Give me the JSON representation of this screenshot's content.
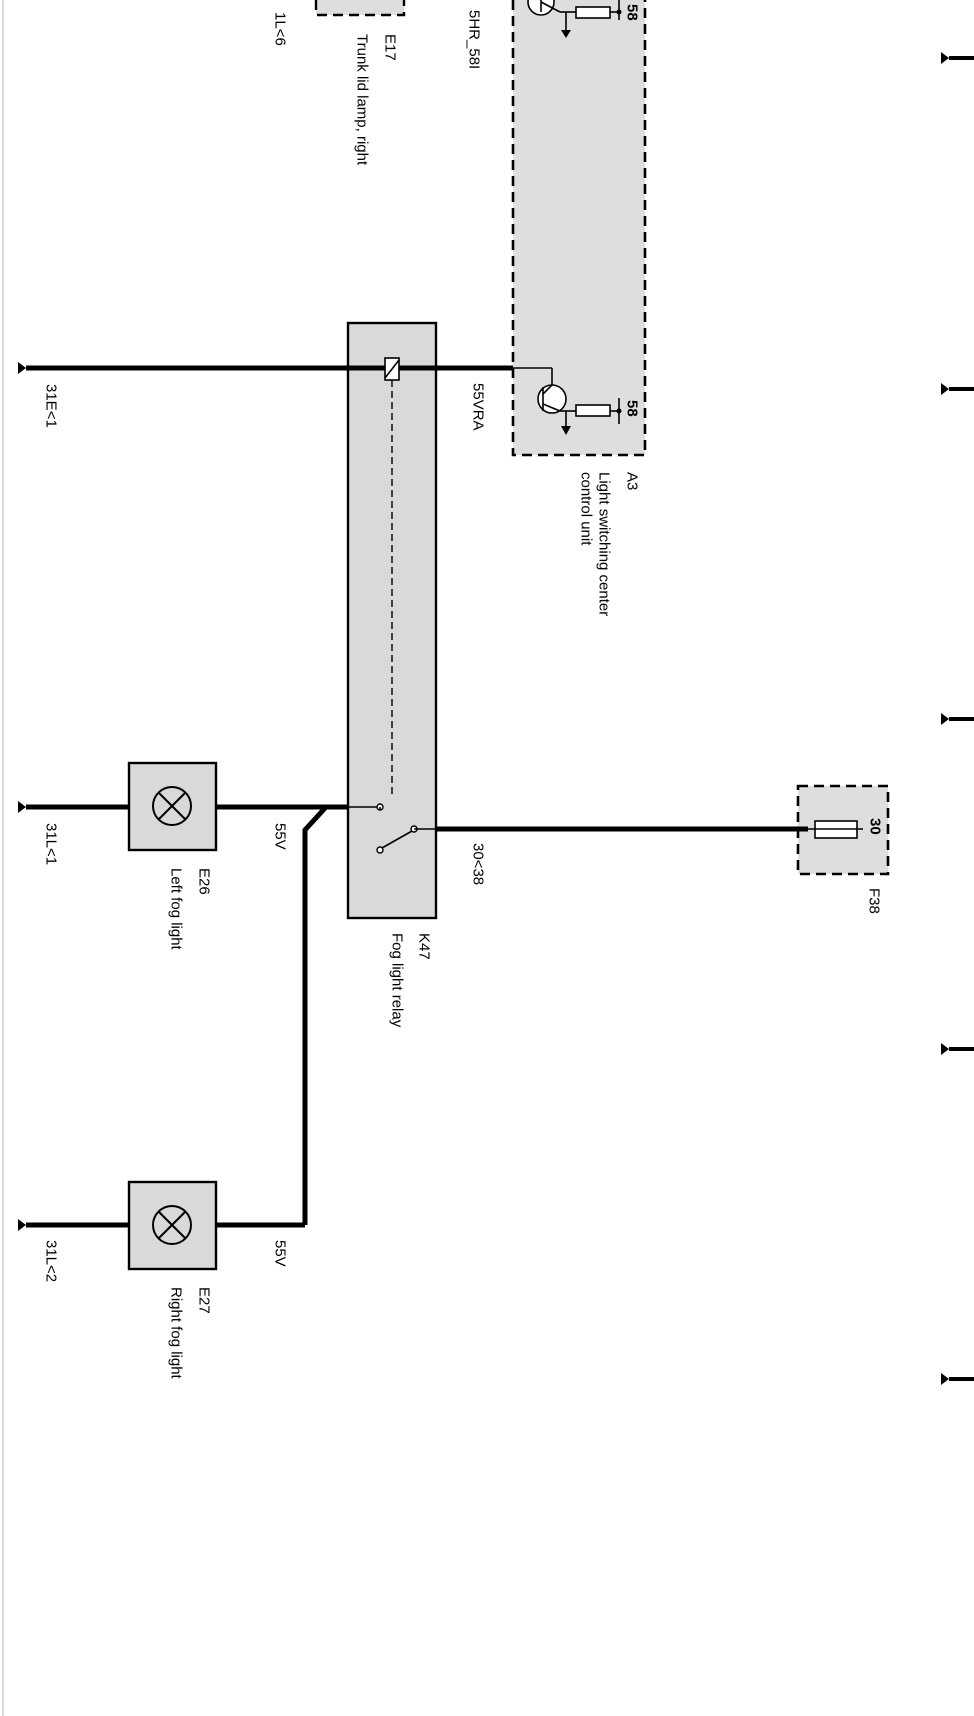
{
  "components": {
    "trunk_lamp": {
      "id": "E17",
      "name": "Trunk lid lamp, right"
    },
    "light_unit": {
      "id": "A3",
      "name_line1": "Light switching center",
      "name_line2": "control unit",
      "pin_top": "58",
      "pin_bottom": "58"
    },
    "relay": {
      "id": "K47",
      "name": "Fog light relay"
    },
    "fuse": {
      "id": "F38",
      "pin": "30"
    },
    "left_fog": {
      "id": "E26",
      "name": "Left fog light"
    },
    "right_fog": {
      "id": "E27",
      "name": "Right fog light"
    }
  },
  "wires": {
    "top_left": "1L<6",
    "top_cut": "5HR_58I",
    "ground_e": "31E<1",
    "unit_out": "55VRA",
    "fuse_line": "30<38",
    "left_feed": "55V",
    "right_feed": "55V",
    "ground_left": "31L<1",
    "ground_right": "31L<2"
  },
  "colors": {
    "component_fill": "#d9d9d9",
    "wire": "#000000"
  }
}
